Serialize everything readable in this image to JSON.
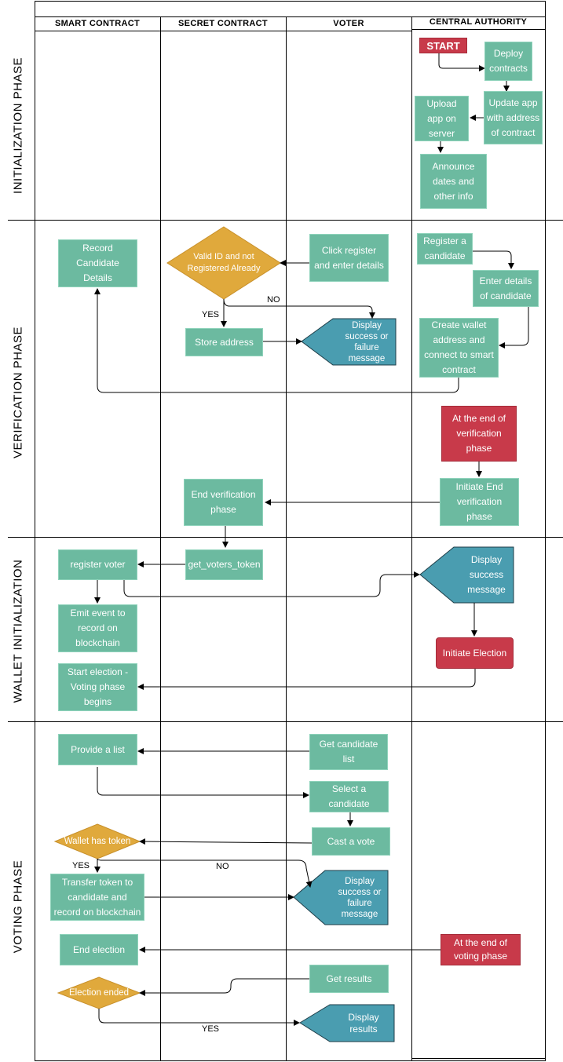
{
  "columns": {
    "smart_contract": "SMART CONTRACT",
    "secret_contract": "SECRET CONTRACT",
    "voter": "VOTER",
    "central_authority": "CENTRAL AUTHORITY"
  },
  "phases": {
    "initialization": "INITIALIZATION PHASE",
    "verification": "VERIFICATION PHASE",
    "wallet": "WALLET INITIALIZATION",
    "voting": "VOTING PHASE"
  },
  "nodes": {
    "start": "START",
    "deploy": "Deploy\ncontracts",
    "update_app": "Update app\nwith address\nof contract",
    "upload_app": "Upload\napp on\nserver",
    "announce": "Announce\ndates and\nother info",
    "record_candidate": "Record\nCandidate\nDetails",
    "valid_id": "Valid ID and not\nRegistered Already",
    "click_register": "Click register\nand enter details",
    "register_candidate": "Register a\ncandidate",
    "enter_details": "Enter details\nof candidate",
    "store_address": "Store address",
    "display_success_failure_1": "Display\nsuccess or\nfailure\nmessage",
    "create_wallet": "Create wallet\naddress and\nconnect to smart\ncontract",
    "end_verification_phase": "At the end of\nverification\nphase",
    "initiate_end_verification": "Initiate End\nverification\nphase",
    "end_verification": "End verification\nphase",
    "register_voter": "register voter",
    "get_voters_token": "get_voters_token",
    "display_success": "Display\nsuccess\nmessage",
    "emit_event": "Emit event to\nrecord on\nblockchain",
    "initiate_election": "Initiate Election",
    "start_election": "Start election -\nVoting phase\nbegins",
    "provide_list": "Provide a list",
    "get_candidate_list": "Get candidate\nlist",
    "select_candidate": "Select a\ncandidate",
    "wallet_has_token": "Wallet has token",
    "cast_vote": "Cast a vote",
    "transfer_token": "Transfer token to\ncandidate and\nrecord on blockchain",
    "display_success_failure_2": "Display\nsuccess or\nfailure\nmessage",
    "end_election": "End election",
    "end_voting_phase": "At the end of\nvoting phase",
    "get_results": "Get results",
    "election_ended": "Election ended",
    "display_results": "Display\nresults"
  },
  "edge_labels": {
    "no_1": "NO",
    "yes_1": "YES",
    "yes_2": "YES",
    "no_2": "NO",
    "yes_3": "YES"
  },
  "colors": {
    "process": "#6cbaa0",
    "decision": "#e0a93c",
    "display": "#4a9db0",
    "authority_event": "#c83a4a"
  }
}
